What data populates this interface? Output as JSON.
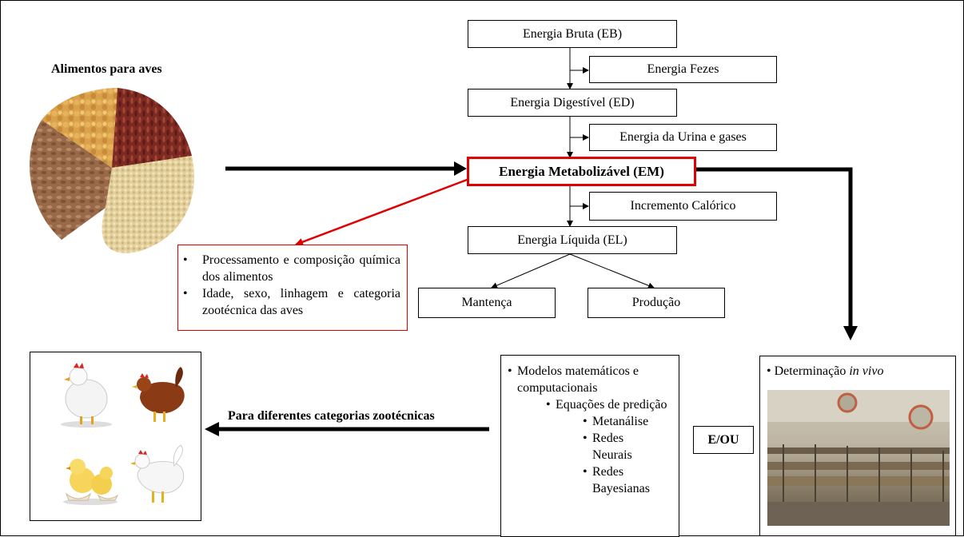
{
  "feed_title": "Alimentos para aves",
  "energy_flow": {
    "gross": "Energia Bruta (EB)",
    "feces": "Energia Fezes",
    "digestible": "Energia Digestível (ED)",
    "urine_gases": "Energia da Urina e gases",
    "metabolizable": "Energia Metabolizável (EM)",
    "heat_increment": "Incremento Calórico",
    "net": "Energia Líquida (EL)",
    "maintenance": "Mantença",
    "production": "Produção"
  },
  "factors": [
    "Processamento e composição química dos alimentos",
    "Idade, sexo, linhagem e categoria zootécnica das aves"
  ],
  "models": {
    "item": "Modelos matemáticos e computacionais",
    "sub_item": "Equações de predição",
    "methods": [
      "Metanálise",
      "Redes Neurais",
      "Redes Bayesianas"
    ]
  },
  "or_label": "E/OU",
  "in_vivo": {
    "prefix": "Determinação ",
    "emphasis": "in vivo"
  },
  "categories_label": "Para diferentes categorias zootécnicas",
  "colors": {
    "highlight": "#e00000",
    "arrow": "#000000"
  }
}
